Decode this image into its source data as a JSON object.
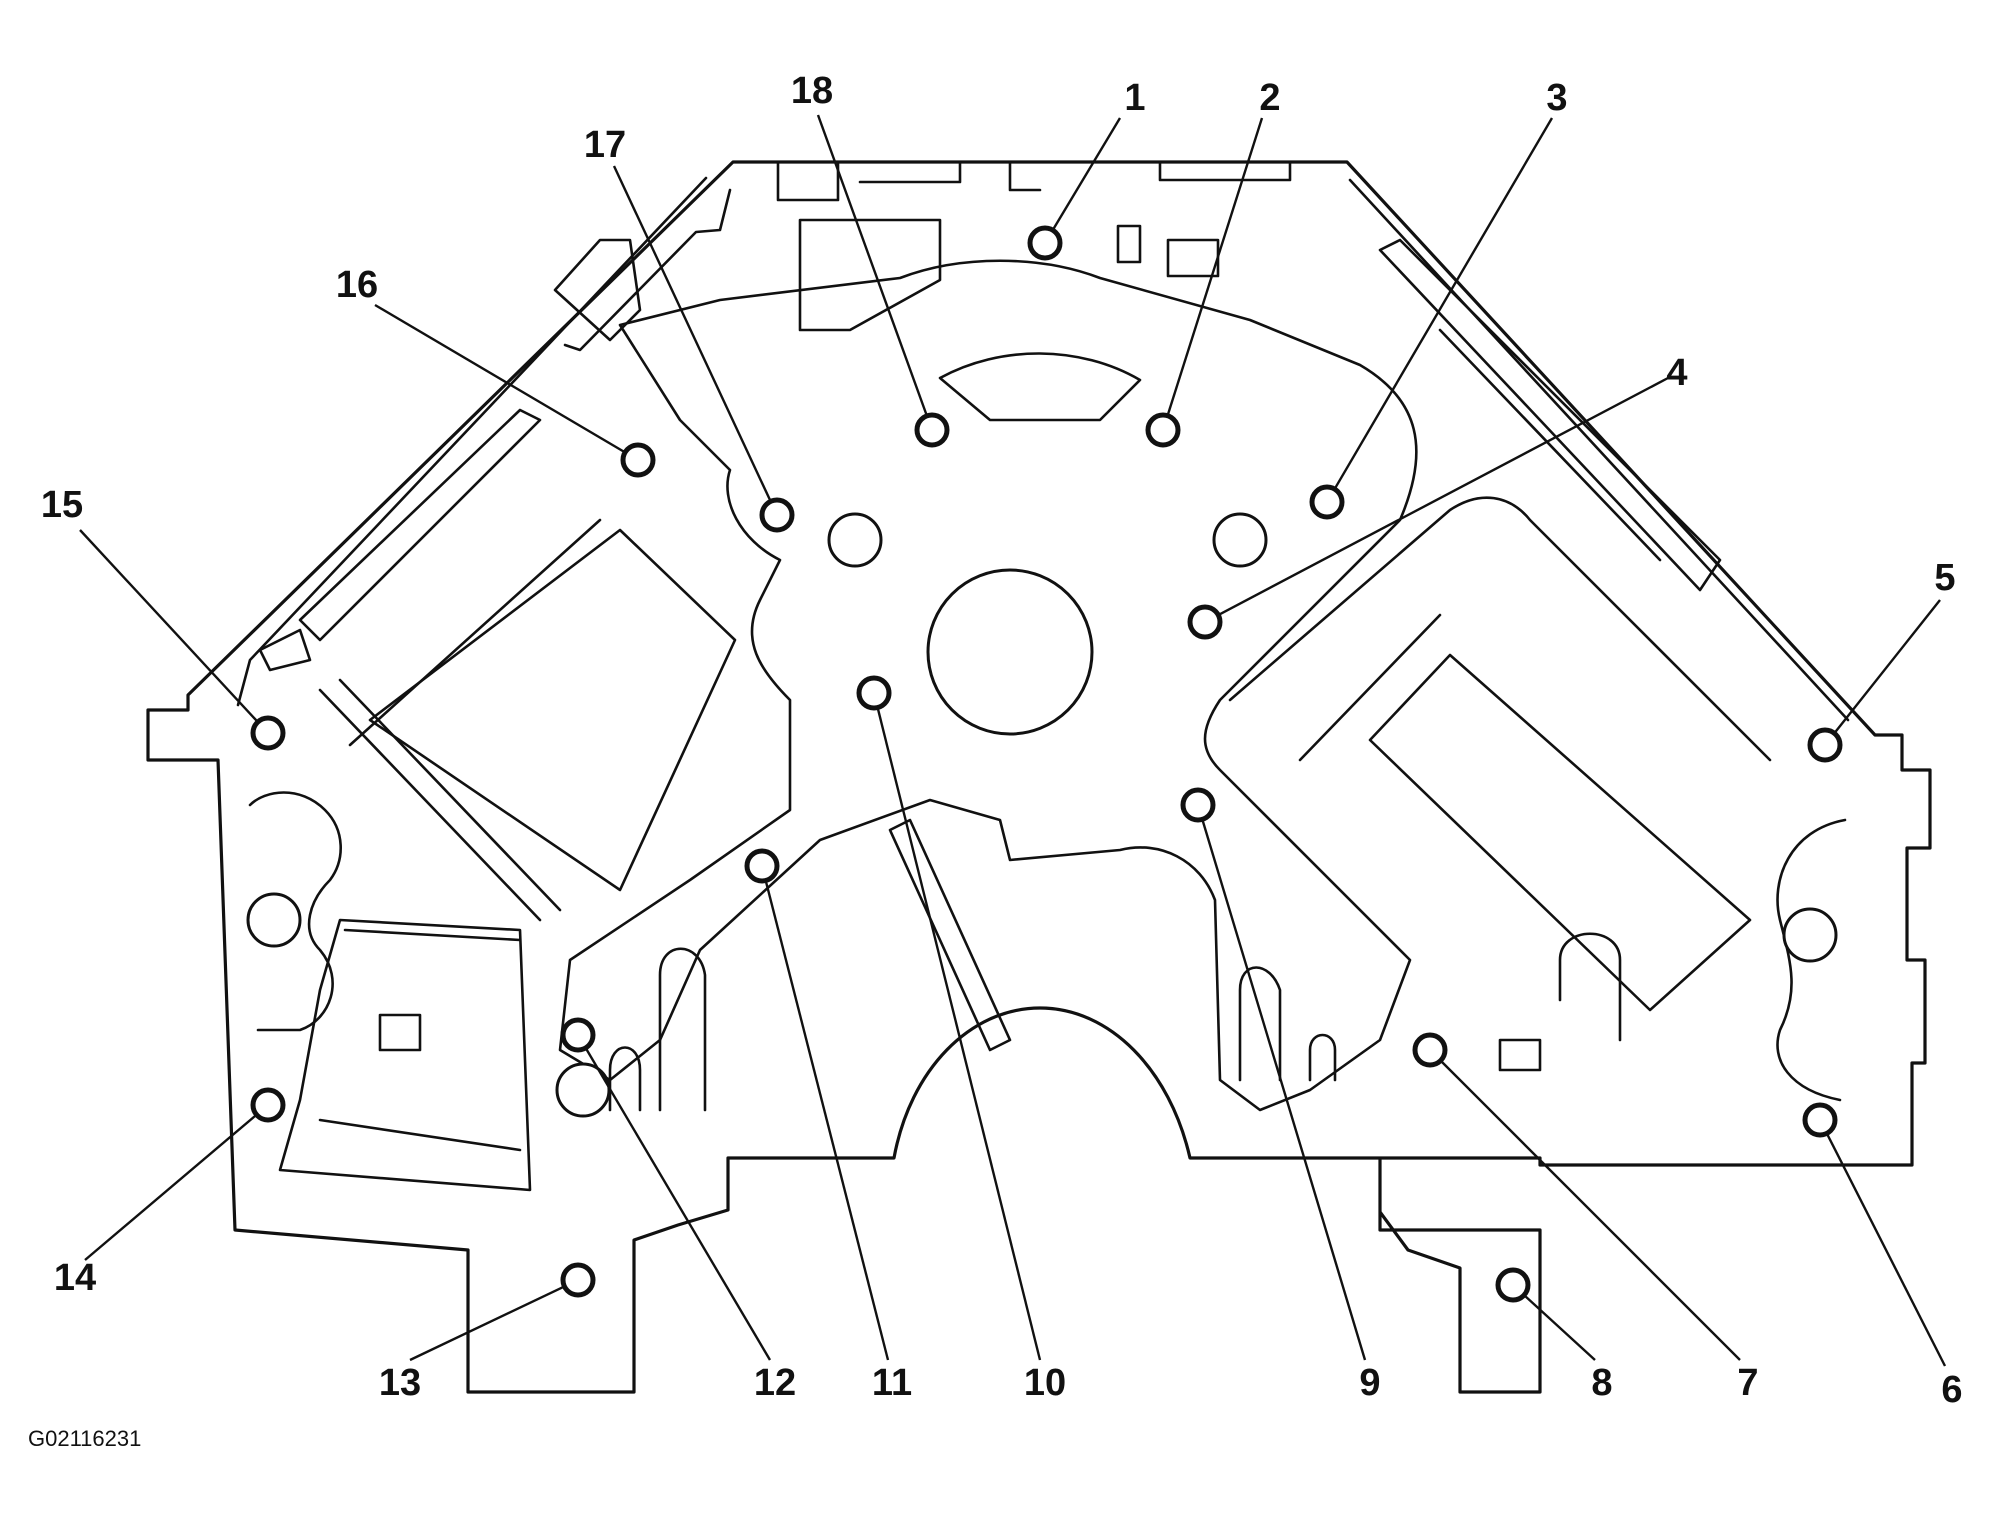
{
  "figure_id": "G02116231",
  "callouts": [
    {
      "label": "1"
    },
    {
      "label": "2"
    },
    {
      "label": "3"
    },
    {
      "label": "4"
    },
    {
      "label": "5"
    },
    {
      "label": "6"
    },
    {
      "label": "7"
    },
    {
      "label": "8"
    },
    {
      "label": "9"
    },
    {
      "label": "10"
    },
    {
      "label": "11"
    },
    {
      "label": "12"
    },
    {
      "label": "13"
    },
    {
      "label": "14"
    },
    {
      "label": "15"
    },
    {
      "label": "16"
    },
    {
      "label": "17"
    },
    {
      "label": "18"
    }
  ]
}
